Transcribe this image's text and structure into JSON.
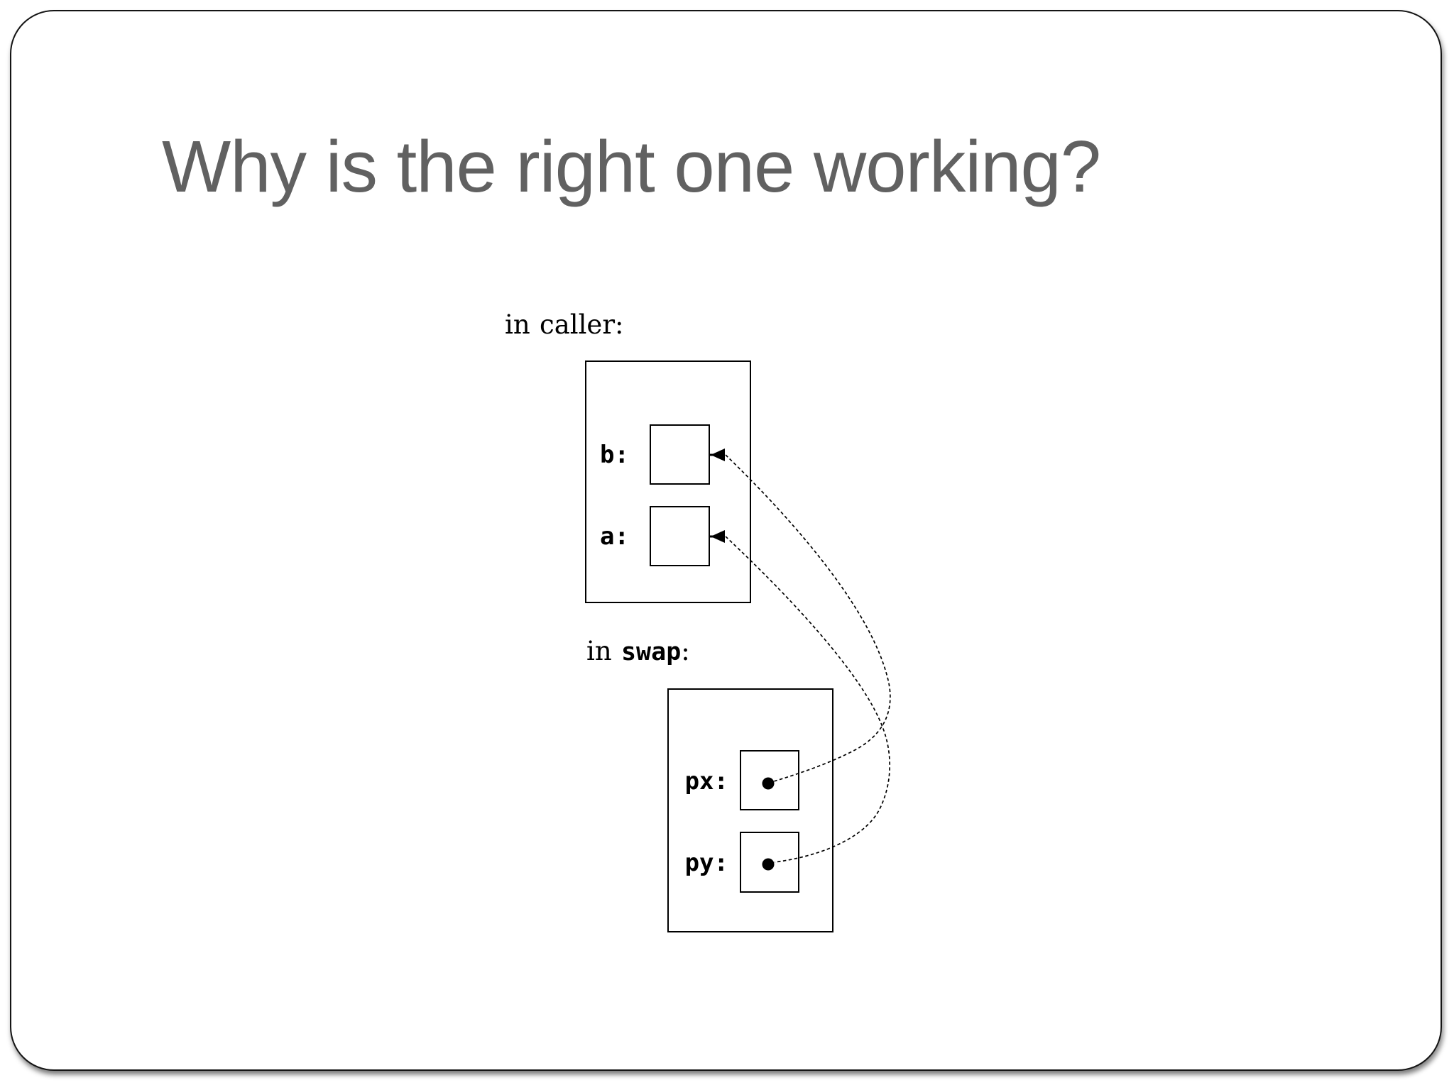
{
  "slide": {
    "title": "Why is the right one working?"
  },
  "sections": {
    "caller": {
      "prefix": "in",
      "name": "caller",
      "suffix": ":",
      "vars": [
        {
          "label": "b:"
        },
        {
          "label": "a:"
        }
      ]
    },
    "swap": {
      "prefix": "in",
      "name": "swap",
      "suffix": ":",
      "vars": [
        {
          "label": "px:"
        },
        {
          "label": "py:"
        }
      ]
    }
  },
  "pointers": [
    {
      "from": "px",
      "to": "b"
    },
    {
      "from": "py",
      "to": "a"
    }
  ],
  "colors": {
    "title_text": "#616161",
    "diagram_ink": "#000000",
    "slide_border": "#141414",
    "background": "#ffffff"
  }
}
